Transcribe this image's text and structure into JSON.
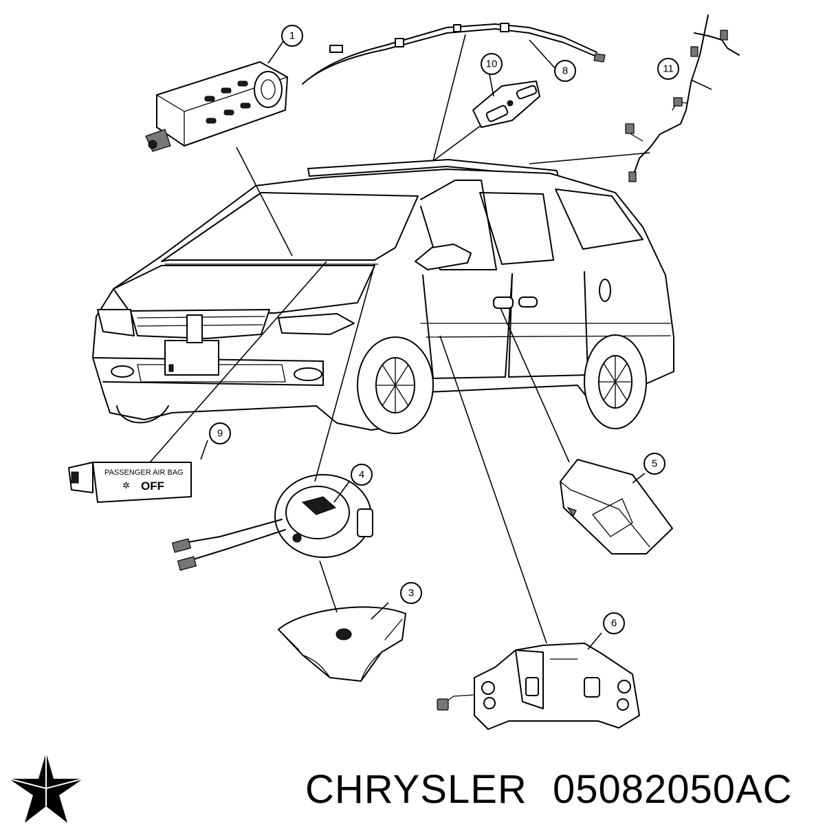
{
  "callouts": [
    {
      "num": "1",
      "part": "passenger-airbag"
    },
    {
      "num": "3",
      "part": "driver-airbag"
    },
    {
      "num": "4",
      "part": "clockspring"
    },
    {
      "num": "5",
      "part": "side-airbag"
    },
    {
      "num": "6",
      "part": "airbag-control-module"
    },
    {
      "num": "8",
      "part": "curtain-airbag"
    },
    {
      "num": "9",
      "part": "passenger-airbag-indicator"
    },
    {
      "num": "10",
      "part": "impact-sensor"
    },
    {
      "num": "11",
      "part": "wiring-harness"
    }
  ],
  "indicator_label": {
    "line1": "PASSENGER AIR BAG",
    "line2": "OFF"
  },
  "caption": {
    "brand": "CHRYSLER",
    "part_number": "05082050AC"
  },
  "logo": {
    "kind": "pentastar",
    "color": "#000000"
  }
}
